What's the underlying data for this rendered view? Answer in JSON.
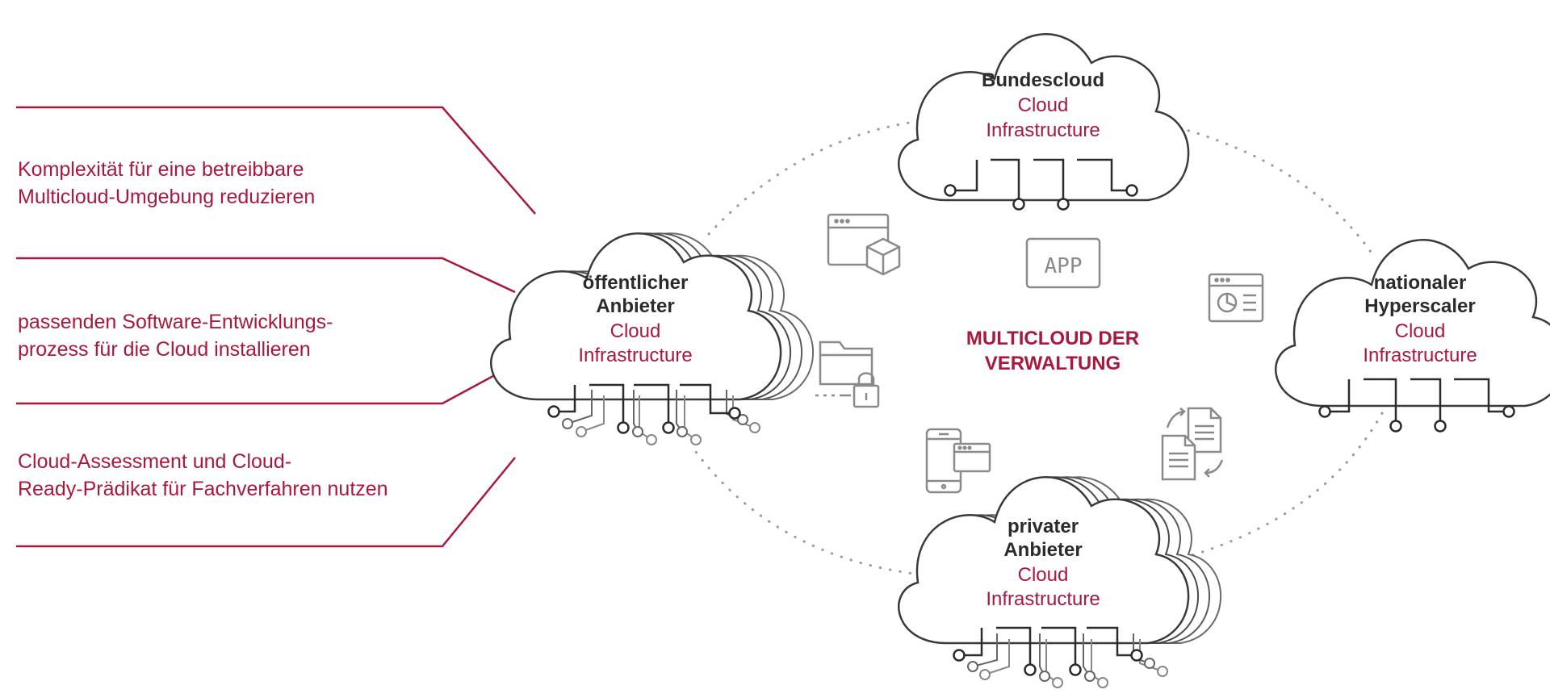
{
  "colors": {
    "accent": "#a8183f",
    "text": "#2b2b2b",
    "outline": "#3a3a3a",
    "icon": "#8a8a8a",
    "dots": "#9a9a9a"
  },
  "left_items": [
    {
      "line1": "Komplexität für eine betreibbare",
      "line2": "Multicloud-Umgebung reduzieren"
    },
    {
      "line1": "passenden Software-Entwicklungs-",
      "line2": "prozess für die Cloud installieren"
    },
    {
      "line1": "Cloud-Assessment und Cloud-",
      "line2": "Ready-Prädikat für Fachverfahren nutzen"
    }
  ],
  "clouds": {
    "top": {
      "name1": "Bundescloud",
      "type1": "Cloud",
      "type2": "Infrastructure"
    },
    "left": {
      "name1": "öffentlicher",
      "name2": "Anbieter",
      "type1": "Cloud",
      "type2": "Infrastructure"
    },
    "right": {
      "name1": "nationaler",
      "name2": "Hyperscaler",
      "type1": "Cloud",
      "type2": "Infrastructure"
    },
    "bottom": {
      "name1": "privater",
      "name2": "Anbieter",
      "type1": "Cloud",
      "type2": "Infrastructure"
    }
  },
  "center": {
    "line1": "MULTICLOUD DER",
    "line2": "VERWALTUNG"
  },
  "icons": {
    "app_label": "APP",
    "list": [
      "browser-cube-icon",
      "app-icon",
      "dashboard-icon",
      "folder-lock-icon",
      "documents-sync-icon",
      "devices-icon"
    ]
  }
}
